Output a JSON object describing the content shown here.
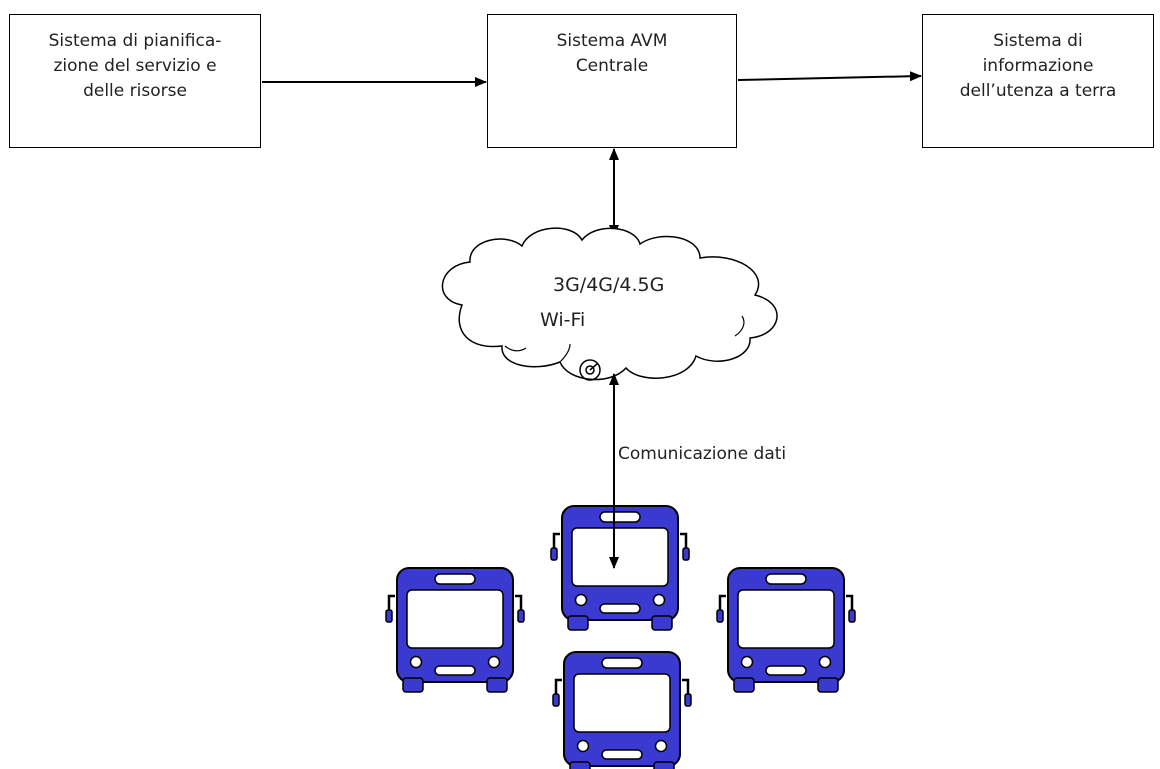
{
  "boxes": {
    "planning": {
      "lines": [
        "Sistema di pianifica-",
        "zione del servizio e",
        "delle risorse"
      ]
    },
    "avm": {
      "lines": [
        "Sistema AVM",
        "Centrale"
      ]
    },
    "info": {
      "lines": [
        "Sistema di",
        "informazione",
        "dell’utenza a terra"
      ]
    }
  },
  "cloud": {
    "lines": [
      "3G/4G/4.5G",
      "Wi-Fi"
    ]
  },
  "link_label": "Comunicazione dati",
  "colors": {
    "bus_fill": "#3a3ad0",
    "bus_outline": "#000000",
    "window": "#ffffff",
    "stroke": "#000000"
  },
  "icons": [
    "bus-icon",
    "cloud-shape",
    "antenna-icon"
  ]
}
